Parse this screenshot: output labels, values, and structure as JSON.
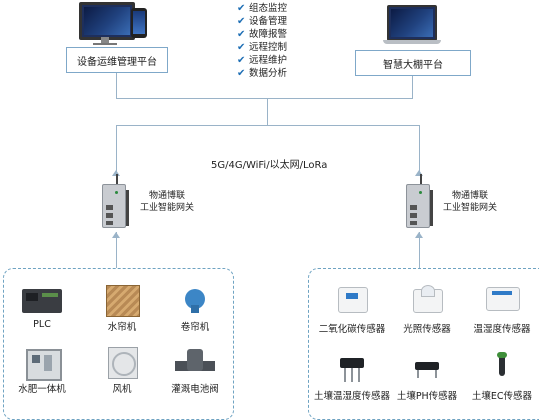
{
  "platforms": {
    "left": {
      "label": "设备运维管理平台",
      "icon": "monitor-phone-icon"
    },
    "right": {
      "label": "智慧大棚平台",
      "icon": "laptop-icon"
    }
  },
  "features": [
    "组态监控",
    "设备管理",
    "故障报警",
    "远程控制",
    "远程维护",
    "数据分析"
  ],
  "network_label": "5G/4G/WiFi/以太网/LoRa",
  "gateways": {
    "left": {
      "line1": "物通博联",
      "line2": "工业智能网关"
    },
    "right": {
      "line1": "物通博联",
      "line2": "工业智能网关"
    }
  },
  "devices": [
    {
      "label": "PLC",
      "icon": "plc-icon"
    },
    {
      "label": "水帘机",
      "icon": "water-curtain-icon"
    },
    {
      "label": "卷帘机",
      "icon": "roller-motor-icon"
    },
    {
      "label": "水肥一体机",
      "icon": "fertigation-machine-icon"
    },
    {
      "label": "风机",
      "icon": "fan-icon"
    },
    {
      "label": "灌溉电池阀",
      "icon": "irrigation-valve-icon"
    }
  ],
  "sensors": [
    {
      "label": "二氧化碳传感器",
      "icon": "co2-sensor-icon"
    },
    {
      "label": "光照传感器",
      "icon": "light-sensor-icon"
    },
    {
      "label": "温湿度传感器",
      "icon": "temp-humidity-sensor-icon"
    },
    {
      "label": "土壤温湿度传感器",
      "icon": "soil-temp-humidity-sensor-icon"
    },
    {
      "label": "土壤PH传感器",
      "icon": "soil-ph-sensor-icon"
    },
    {
      "label": "土壤EC传感器",
      "icon": "soil-ec-sensor-icon"
    }
  ]
}
